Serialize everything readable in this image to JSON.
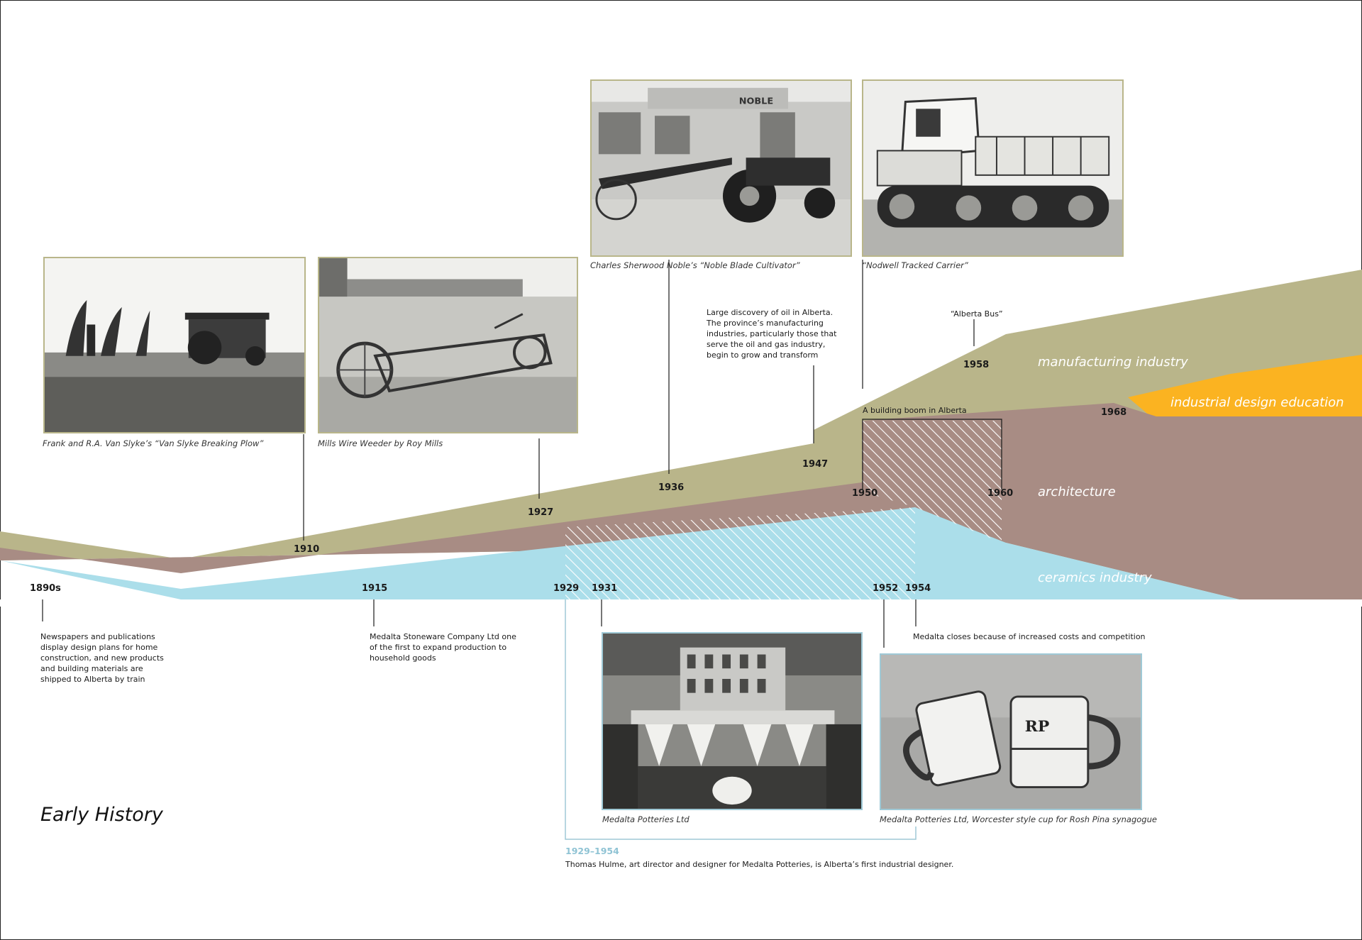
{
  "title": "Early History",
  "colors": {
    "manufacturing": "#b9b58a",
    "architecture": "#a88c84",
    "ceramics": "#abdeea",
    "design_education": "#fbb321",
    "photo_border": "#b9b68a",
    "ceramics_border": "#9fc9d6"
  },
  "bands": {
    "manufacturing": "manufacturing industry",
    "design_education": "industrial design education",
    "architecture": "architecture",
    "ceramics": "ceramics industry"
  },
  "years": {
    "y1890s": "1890s",
    "y1910": "1910",
    "y1915": "1915",
    "y1927": "1927",
    "y1929": "1929",
    "y1931": "1931",
    "y1936": "1936",
    "y1947": "1947",
    "y1950": "1950",
    "y1952": "1952",
    "y1954": "1954",
    "y1958": "1958",
    "y1960": "1960",
    "y1968": "1968"
  },
  "notes": {
    "n1890s": "Newspapers and publications display design plans for home construction, and new products and building materials are shipped to Alberta by train",
    "n1915": "Medalta Stoneware Company Ltd one of the first to expand production to household goods",
    "n1947": "Large discovery of oil in Alberta. The province’s manufacturing industries, particularly those that serve the oil and gas industry, begin to grow and transform",
    "n1958": "“Alberta Bus”",
    "n1950": "A building boom in Alberta",
    "n1954": "Medalta closes because of increased costs and competition"
  },
  "captions": {
    "plow": "Frank and R.A. Van Slyke’s “Van Slyke Breaking Plow”",
    "weeder": "Mills Wire Weeder by Roy Mills",
    "cultivator": "Charles Sherwood Noble’s “Noble Blade Cultivator”",
    "carrier": "“Nodwell Tracked Carrier”",
    "potteries": "Medalta Potteries Ltd",
    "cup": "Medalta Potteries Ltd, Worcester style cup for Rosh Pina synagogue"
  },
  "photo_texts": {
    "noble_sign": "NOBLE",
    "cup_monogram": "RP"
  },
  "range": {
    "label": "1929–1954",
    "text": "Thomas Hulme, art director and designer for Medalta Potteries, is Alberta’s first industrial designer."
  }
}
